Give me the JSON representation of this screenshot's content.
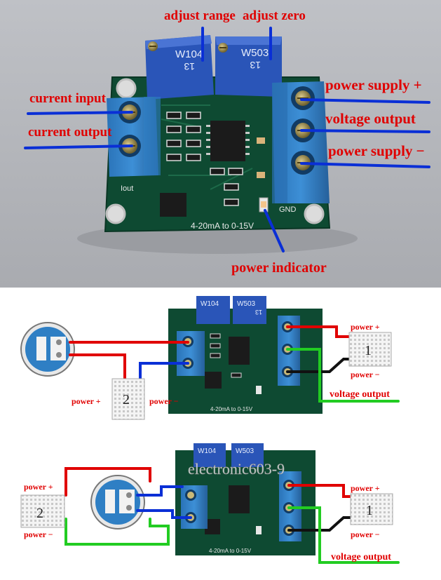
{
  "photo": {
    "labels": {
      "adjust_range": "adjust range",
      "adjust_zero": "adjust zero",
      "current_input": "current input",
      "current_output": "current output",
      "power_supply_plus": "power supply +",
      "voltage_output": "voltage output",
      "power_supply_minus": "power supply −",
      "power_indicator": "power indicator"
    },
    "board": {
      "pot_left": "W104",
      "pot_right": "W503",
      "pot_code": "13",
      "model": "4-20mA to 0-15V",
      "iout": "Iout",
      "gnd": "GND"
    }
  },
  "diagram_1": {
    "supply_1": "1",
    "supply_2": "2",
    "power_plus": "power +",
    "power_minus": "power −",
    "power_plus_left": "power +",
    "power_minus_left": "power −",
    "voltage_output": "voltage output",
    "pot_left": "W104",
    "pot_right": "W503",
    "pot_code": "13",
    "model": "4-20mA to 0-15V"
  },
  "diagram_2": {
    "supply_1": "1",
    "supply_2": "2",
    "power_plus_left": "power +",
    "power_minus_left": "power −",
    "power_plus": "power +",
    "power_minus": "power −",
    "voltage_output": "voltage output",
    "watermark": "electronic603-9",
    "pot_left": "W104",
    "pot_right": "W503",
    "model": "4-20mA to 0-15V"
  },
  "colors": {
    "label_red": "#e00000",
    "arrow_blue": "#0a2fd6",
    "wire_red": "#e00000",
    "wire_blue": "#0a2fd6",
    "wire_black": "#111111",
    "wire_green": "#22cc22",
    "pcb_green": "#0e4a32",
    "terminal_blue": "#2f7fc4",
    "pot_blue": "#2a55b8"
  }
}
